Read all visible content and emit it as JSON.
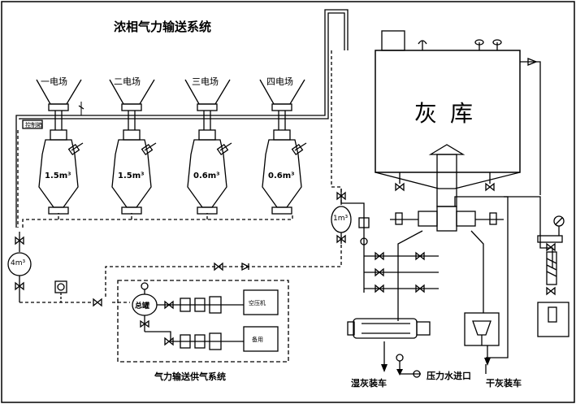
{
  "title": "浓相气力输送系统",
  "fields": [
    "一电场",
    "二电场",
    "三电场",
    "四电场"
  ],
  "vessels": [
    "1.5m³",
    "1.5m³",
    "0.6m³",
    "0.6m³"
  ],
  "silo_label": "灰库",
  "air_tanks": {
    "left": "4m³",
    "mid": "1m³"
  },
  "supply": {
    "title": "气力输送供气系统",
    "main_tank": "总罐",
    "compressor": "空压机",
    "standby": "备用"
  },
  "outputs": {
    "wet": "湿灰装车",
    "water": "压力水进口",
    "dry": "干灰装车"
  },
  "control_box_label": "控制箱"
}
